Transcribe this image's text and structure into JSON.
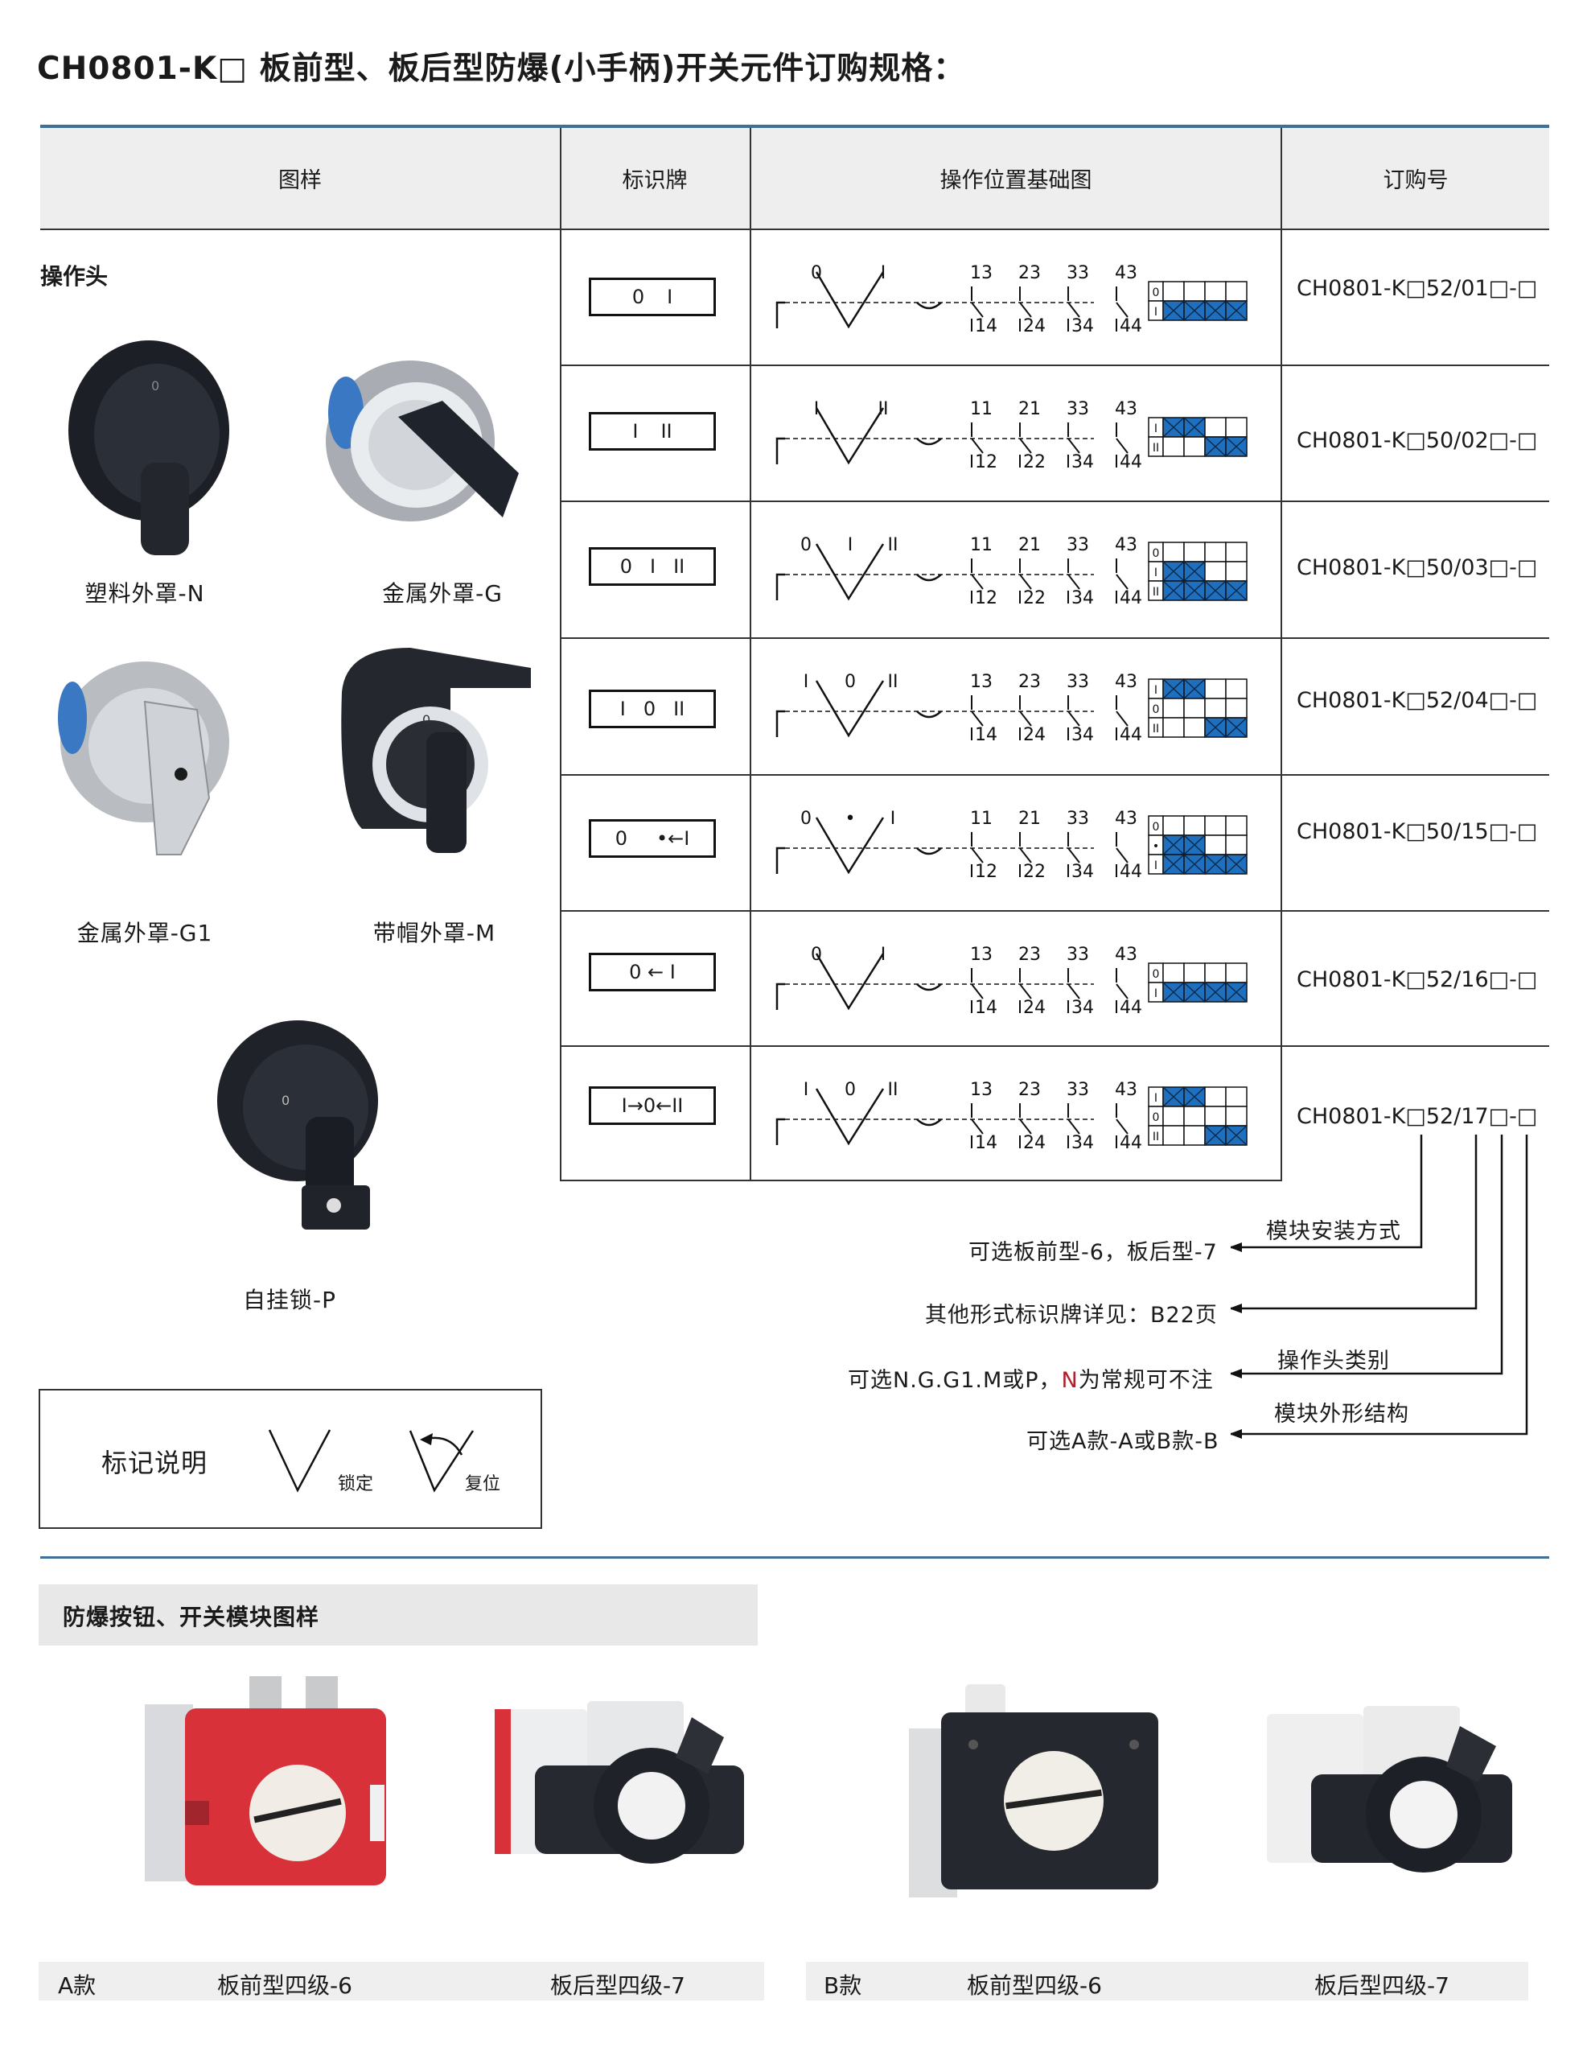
{
  "title": "CH0801-K□ 板前型、板后型防爆(小手柄)开关元件订购规格：",
  "header": {
    "col_image": "图样",
    "col_plate": "标识牌",
    "col_diagram": "操作位置基础图",
    "col_order": "订购号"
  },
  "operator_label": "操作头",
  "operators": [
    {
      "label": "塑料外罩-N",
      "icon": "plastic-cover-knob"
    },
    {
      "label": "金属外罩-G",
      "icon": "metal-cover-knob"
    },
    {
      "label": "金属外罩-G1",
      "icon": "metal-cover-g1-knob"
    },
    {
      "label": "带帽外罩-M",
      "icon": "capped-cover-knob"
    },
    {
      "label": "自挂锁-P",
      "icon": "padlock-knob"
    }
  ],
  "rows": [
    {
      "plate": [
        "0",
        "I"
      ],
      "positions": [
        "0",
        "I"
      ],
      "contacts_top": [
        "13",
        "23",
        "33",
        "43"
      ],
      "contacts_bottom": [
        "14",
        "24",
        "34",
        "44"
      ],
      "matrix_rows": [
        "0",
        "I"
      ],
      "matrix_fill": [
        [
          0,
          0,
          0,
          0
        ],
        [
          1,
          1,
          1,
          1
        ]
      ],
      "order": "CH0801-K□52/01□-□"
    },
    {
      "plate": [
        "I",
        "II"
      ],
      "positions": [
        "I",
        "II"
      ],
      "contacts_top": [
        "11",
        "21",
        "33",
        "43"
      ],
      "contacts_bottom": [
        "12",
        "22",
        "34",
        "44"
      ],
      "matrix_rows": [
        "I",
        "II"
      ],
      "matrix_fill": [
        [
          1,
          1,
          0,
          0
        ],
        [
          0,
          0,
          1,
          1
        ]
      ],
      "order": "CH0801-K□50/02□-□"
    },
    {
      "plate": [
        "0",
        "I",
        "II"
      ],
      "positions": [
        "0",
        "I",
        "II"
      ],
      "contacts_top": [
        "11",
        "21",
        "33",
        "43"
      ],
      "contacts_bottom": [
        "12",
        "22",
        "34",
        "44"
      ],
      "matrix_rows": [
        "0",
        "I",
        "II"
      ],
      "matrix_fill": [
        [
          0,
          0,
          0,
          0
        ],
        [
          1,
          1,
          0,
          0
        ],
        [
          1,
          1,
          1,
          1
        ]
      ],
      "order": "CH0801-K□50/03□-□"
    },
    {
      "plate": [
        "I",
        "0",
        "II"
      ],
      "positions": [
        "I",
        "0",
        "II"
      ],
      "contacts_top": [
        "13",
        "23",
        "33",
        "43"
      ],
      "contacts_bottom": [
        "14",
        "24",
        "34",
        "44"
      ],
      "matrix_rows": [
        "I",
        "0",
        "II"
      ],
      "matrix_fill": [
        [
          1,
          1,
          0,
          0
        ],
        [
          0,
          0,
          0,
          0
        ],
        [
          0,
          0,
          1,
          1
        ]
      ],
      "order": "CH0801-K□52/04□-□"
    },
    {
      "plate": [
        "0",
        "•←I"
      ],
      "positions": [
        "0",
        "•",
        "I"
      ],
      "contacts_top": [
        "11",
        "21",
        "33",
        "43"
      ],
      "contacts_bottom": [
        "12",
        "22",
        "34",
        "44"
      ],
      "matrix_rows": [
        "0",
        "•",
        "I"
      ],
      "matrix_fill": [
        [
          0,
          0,
          0,
          0
        ],
        [
          1,
          1,
          0,
          0
        ],
        [
          1,
          1,
          1,
          1
        ]
      ],
      "order": "CH0801-K□50/15□-□"
    },
    {
      "plate": [
        "0 ←  I"
      ],
      "positions": [
        "0",
        "I"
      ],
      "contacts_top": [
        "13",
        "23",
        "33",
        "43"
      ],
      "contacts_bottom": [
        "14",
        "24",
        "34",
        "44"
      ],
      "matrix_rows": [
        "0",
        "I"
      ],
      "matrix_fill": [
        [
          0,
          0,
          0,
          0
        ],
        [
          1,
          1,
          1,
          1
        ]
      ],
      "order": "CH0801-K□52/16□-□"
    },
    {
      "plate": [
        "I→0←II"
      ],
      "positions": [
        "I",
        "0",
        "II"
      ],
      "contacts_top": [
        "13",
        "23",
        "33",
        "43"
      ],
      "contacts_bottom": [
        "14",
        "24",
        "34",
        "44"
      ],
      "matrix_rows": [
        "I",
        "0",
        "II"
      ],
      "matrix_fill": [
        [
          1,
          1,
          0,
          0
        ],
        [
          0,
          0,
          0,
          0
        ],
        [
          0,
          0,
          1,
          1
        ]
      ],
      "order": "CH0801-K□52/17□-□"
    }
  ],
  "annotations": {
    "mount_label": "模块安装方式",
    "mount_value": "可选板前型-6，板后型-7",
    "plate_value": "其他形式标识牌详见：B22页",
    "head_label": "操作头类别",
    "head_value_pre": "可选N.G.G1.M或P，",
    "head_value_red": "N",
    "head_value_post": "为常规可不注",
    "shape_label": "模块外形结构",
    "shape_value": "可选A款-A或B款-B"
  },
  "legend": {
    "title": "标记说明",
    "lock": "锁定",
    "reset": "复位"
  },
  "section2": {
    "title": "防爆按钮、开关模块图样",
    "a_label": "A款",
    "a_front": "板前型四级-6",
    "a_back": "板后型四级-7",
    "b_label": "B款",
    "b_front": "板前型四级-6",
    "b_back": "板后型四级-7"
  },
  "colors": {
    "accent_line": "#3f6f97",
    "matrix_blue": "#1f6fbf",
    "red_mark": "#b0202a",
    "module_red": "#d9313a"
  }
}
